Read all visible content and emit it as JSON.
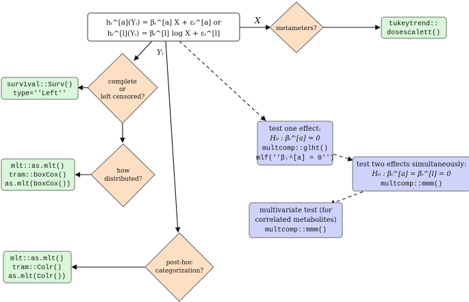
{
  "model": {
    "line1": "hᵢ^[a](Yᵢ)  =  βᵢ^[a] X + εᵢ^[a]  or",
    "line2": "hᵢ^[l](Yᵢ)  =  βᵢ^[l] log X + εᵢ^[l]"
  },
  "edge_labels": {
    "x": "X",
    "y": "Yᵢ"
  },
  "decisions": {
    "metameters": [
      "metameters?"
    ],
    "censored": [
      "complete",
      "or",
      "left censored?"
    ],
    "distributed": [
      "how",
      "distributed?"
    ],
    "posthoc": [
      "post-hoc",
      "categorization?"
    ]
  },
  "code_boxes": {
    "tukey": [
      "tukeytrend::",
      "dosescalett()"
    ],
    "surv": [
      "survival::Surv()",
      "type=''Left''"
    ],
    "boxcox": [
      "mlt::as.mlt()",
      "tram::boxCox()",
      "as.mlt(boxCox())"
    ],
    "colr": [
      "mlt::as.mlt()",
      "tram::Colr()",
      "as.mlt(Colr())"
    ]
  },
  "test_boxes": {
    "one_effect": {
      "title": "test one effect:",
      "hypothesis": "H₀ :   βᵢ^[a] = 0",
      "code1": "multcomp::glht()",
      "code2": "mlf(''βᵢ^[a] = 0'')"
    },
    "two_effects": {
      "title": "test two effects simultaneously:",
      "hypothesis": "H₀ :   βᵢ^[a] = βᵢ^[l] = 0",
      "code": "multcomp::mmm()"
    },
    "multivariate": {
      "title1": "multivariate test (for",
      "title2": "correlated metabolites)",
      "code": "multcomp::mmm()"
    }
  }
}
